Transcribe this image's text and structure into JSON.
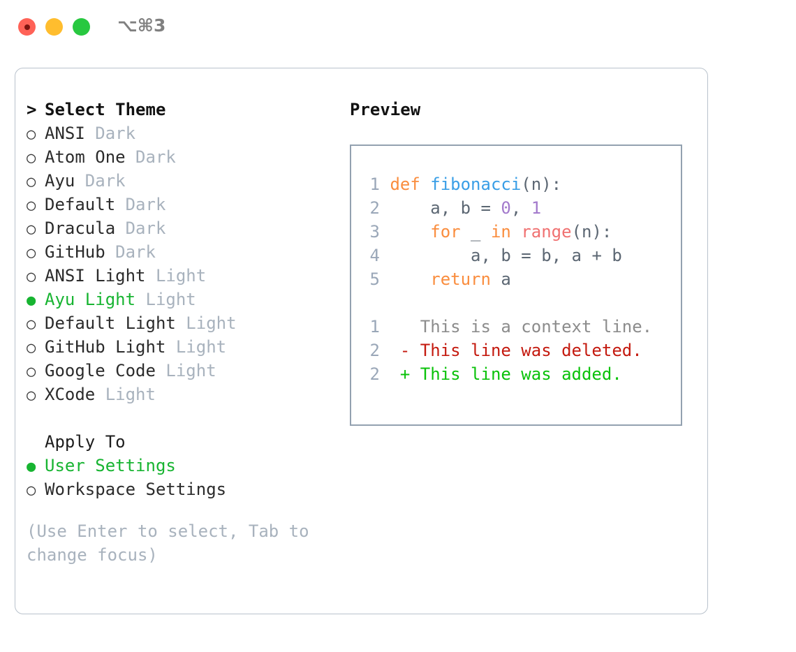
{
  "titlebar": {
    "shortcut": "⌥⌘3",
    "buttons": [
      "close",
      "minimize",
      "maximize"
    ]
  },
  "theme_picker": {
    "heading": "Select Theme",
    "caret": ">",
    "bullet_selected": "●",
    "bullet_unselected": "○",
    "items": [
      {
        "name": "ANSI",
        "tag": "Dark",
        "selected": false
      },
      {
        "name": "Atom One",
        "tag": "Dark",
        "selected": false
      },
      {
        "name": "Ayu",
        "tag": "Dark",
        "selected": false
      },
      {
        "name": "Default",
        "tag": "Dark",
        "selected": false
      },
      {
        "name": "Dracula",
        "tag": "Dark",
        "selected": false
      },
      {
        "name": "GitHub",
        "tag": "Dark",
        "selected": false
      },
      {
        "name": "ANSI Light",
        "tag": "Light",
        "selected": false
      },
      {
        "name": "Ayu Light",
        "tag": "Light",
        "selected": true
      },
      {
        "name": "Default Light",
        "tag": "Light",
        "selected": false
      },
      {
        "name": "GitHub Light",
        "tag": "Light",
        "selected": false
      },
      {
        "name": "Google Code",
        "tag": "Light",
        "selected": false
      },
      {
        "name": "XCode",
        "tag": "Light",
        "selected": false
      }
    ]
  },
  "apply_to": {
    "heading": "Apply To",
    "items": [
      {
        "name": "User Settings",
        "selected": true
      },
      {
        "name": "Workspace Settings",
        "selected": false
      }
    ]
  },
  "hint": "(Use Enter to select, Tab to change focus)",
  "preview": {
    "title": "Preview",
    "code_lines": [
      {
        "number": "1",
        "tokens": [
          {
            "t": "def ",
            "c": "kw"
          },
          {
            "t": "fibonacci",
            "c": "fn"
          },
          {
            "t": "(n):",
            "c": "punc"
          }
        ]
      },
      {
        "number": "2",
        "tokens": [
          {
            "t": "    a, b = ",
            "c": "pln"
          },
          {
            "t": "0",
            "c": "num"
          },
          {
            "t": ", ",
            "c": "pln"
          },
          {
            "t": "1",
            "c": "num"
          }
        ]
      },
      {
        "number": "3",
        "tokens": [
          {
            "t": "    ",
            "c": "pln"
          },
          {
            "t": "for",
            "c": "kw"
          },
          {
            "t": " _ ",
            "c": "pln"
          },
          {
            "t": "in",
            "c": "kw"
          },
          {
            "t": " ",
            "c": "pln"
          },
          {
            "t": "range",
            "c": "bin"
          },
          {
            "t": "(n):",
            "c": "punc"
          }
        ]
      },
      {
        "number": "4",
        "tokens": [
          {
            "t": "        a, b = b, a + b",
            "c": "pln"
          }
        ]
      },
      {
        "number": "5",
        "tokens": [
          {
            "t": "    ",
            "c": "pln"
          },
          {
            "t": "return",
            "c": "kw"
          },
          {
            "t": " a",
            "c": "pln"
          }
        ]
      }
    ],
    "diff_lines": [
      {
        "number": "1",
        "marker": " ",
        "text": "This is a context line.",
        "kind": "d-ctx"
      },
      {
        "number": "2",
        "marker": "-",
        "text": "This line was deleted.",
        "kind": "d-del"
      },
      {
        "number": "2",
        "marker": "+",
        "text": "This line was added.",
        "kind": "d-add"
      }
    ]
  },
  "colors": {
    "accent_green": "#17b431",
    "keyword": "#fa8d3e",
    "function": "#399ee6",
    "number": "#a37acc",
    "builtin": "#f07171",
    "diff_added": "#0ac20a",
    "diff_deleted": "#c41a0f",
    "muted": "#a8b2bd"
  }
}
